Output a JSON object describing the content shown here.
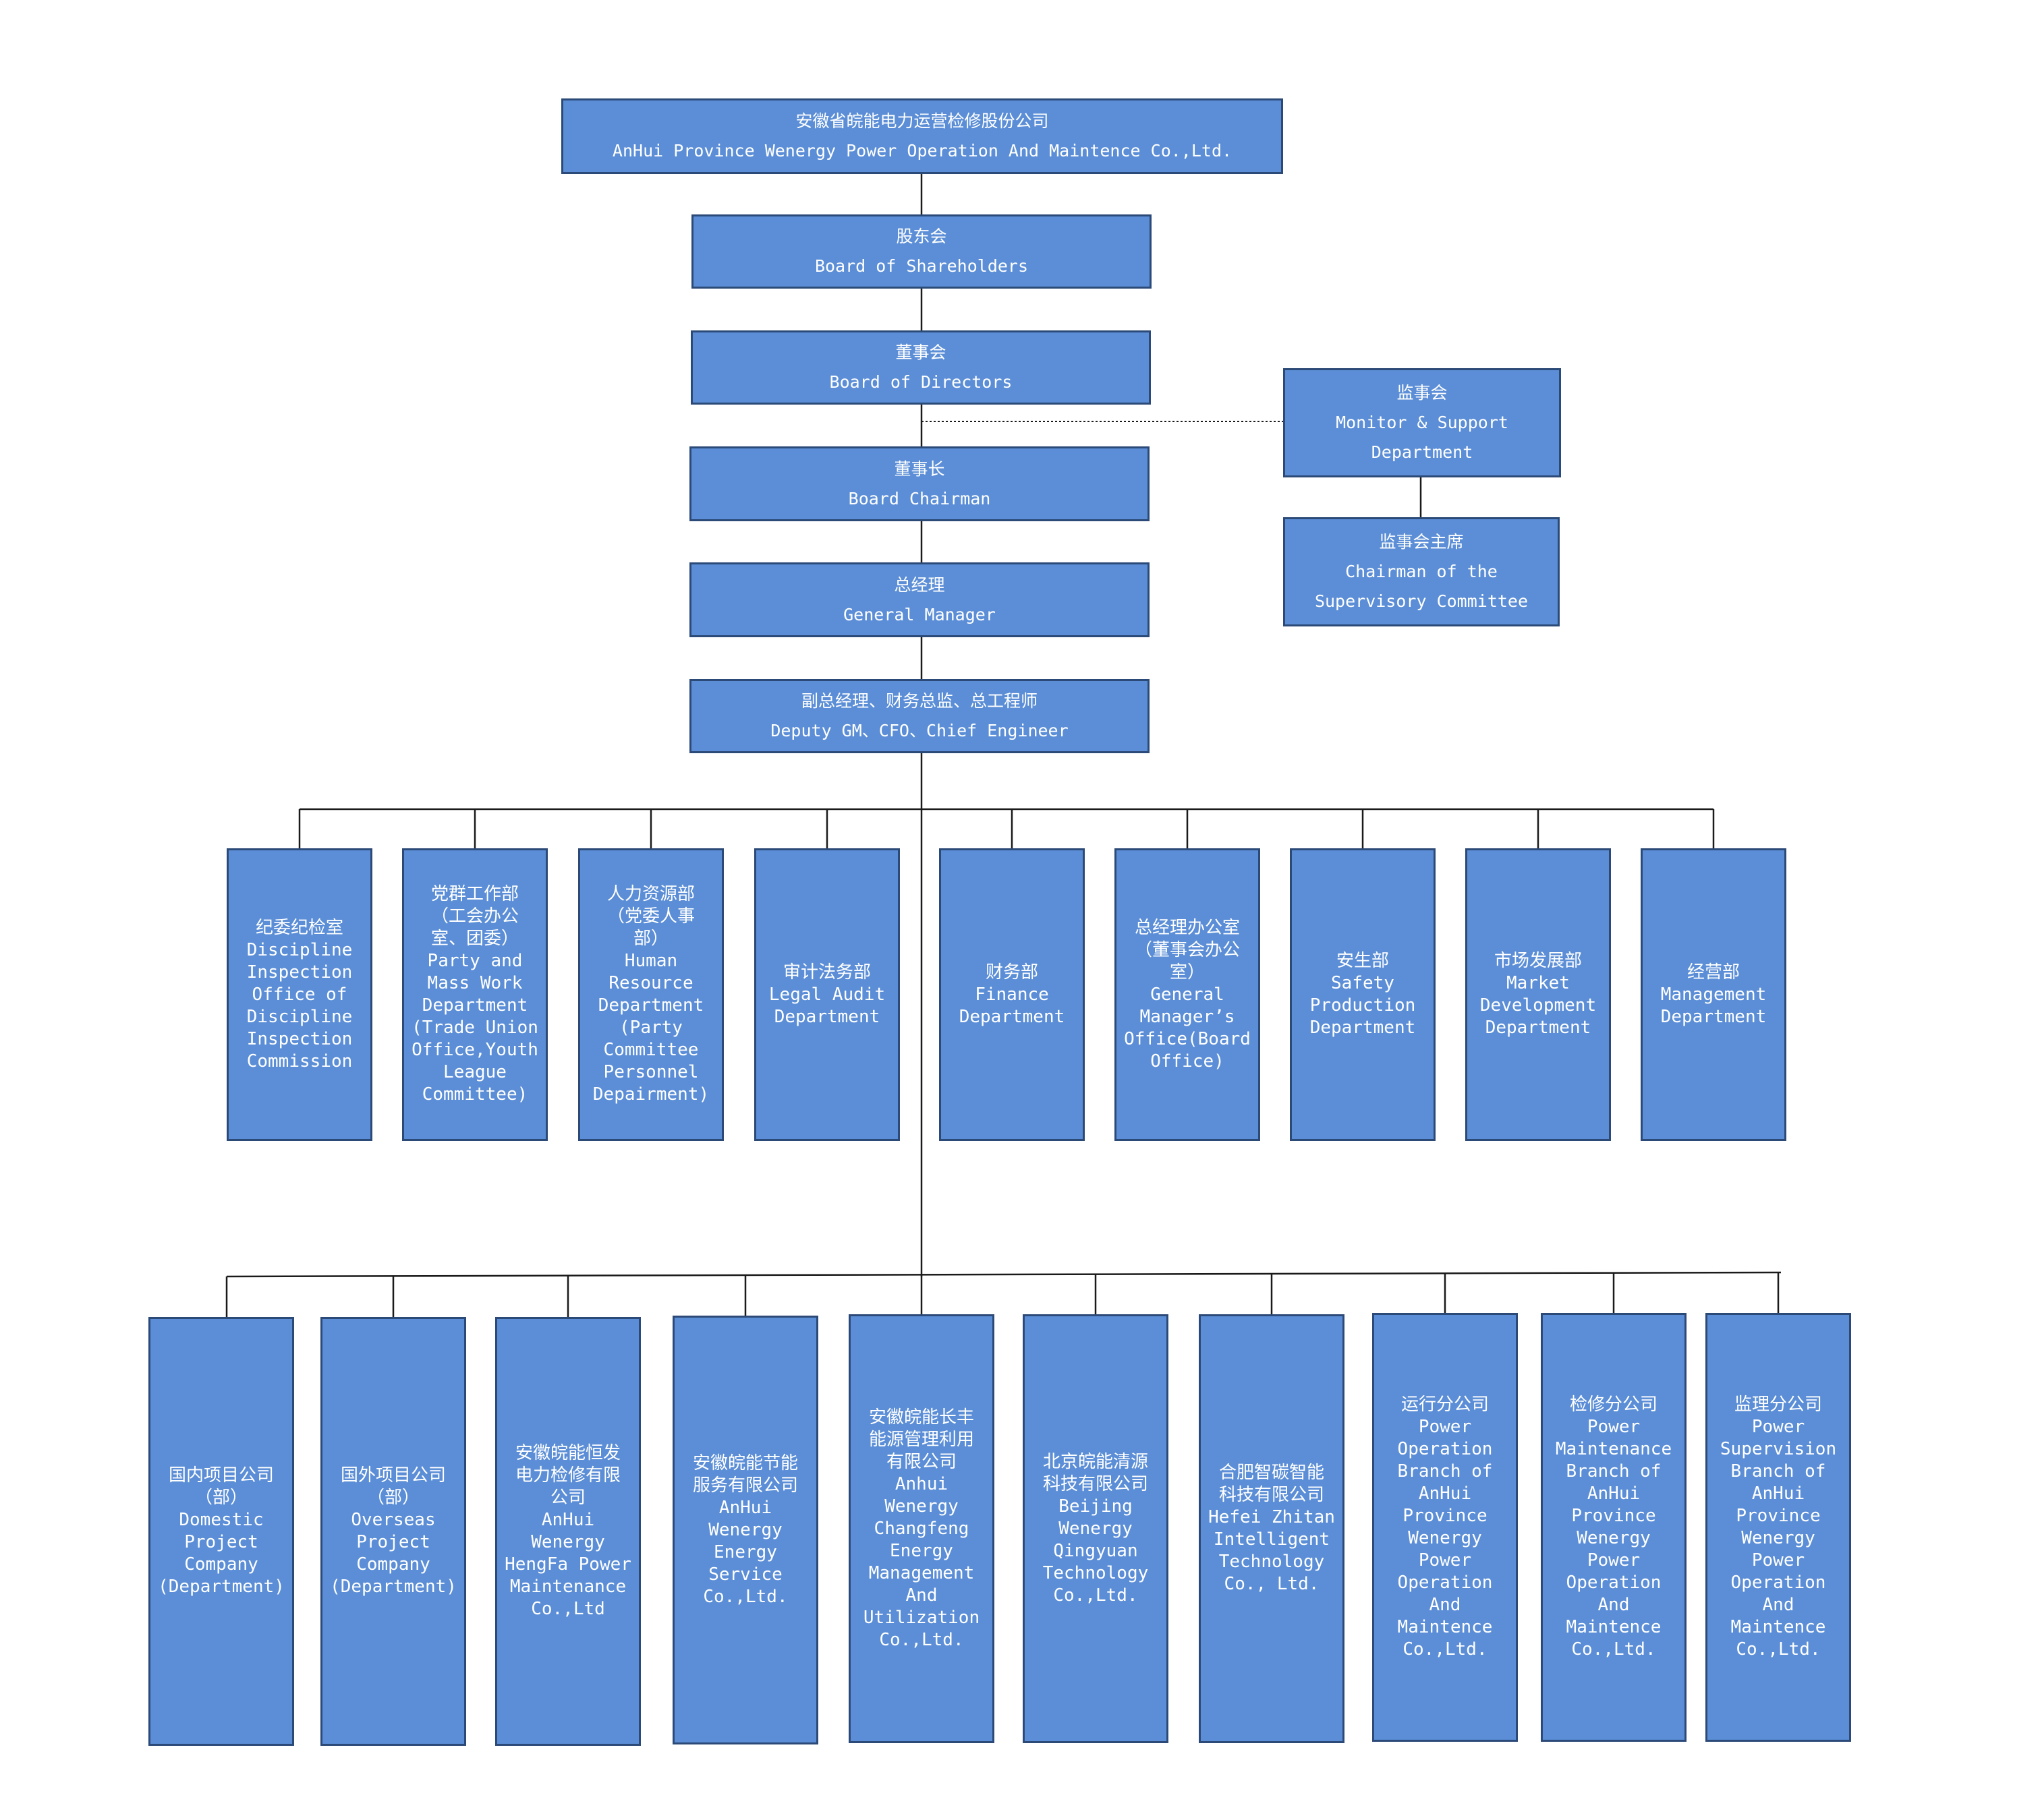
{
  "chart": {
    "company": {
      "zh": "安徽省皖能电力运营检修股份公司",
      "en": "AnHui Province Wenergy Power Operation And Maintence Co.,Ltd."
    },
    "shareholders": {
      "zh": "股东会",
      "en": "Board of Shareholders"
    },
    "directors": {
      "zh": "董事会",
      "en": "Board of Directors"
    },
    "supervisory_board": {
      "zh": "监事会",
      "en": "Monitor & Support\nDepartment"
    },
    "supervisory_chairman": {
      "zh": "监事会主席",
      "en": "Chairman of the\nSupervisory Committee"
    },
    "chairman": {
      "zh": "董事长",
      "en": "Board Chairman"
    },
    "general_manager": {
      "zh": "总经理",
      "en": "General Manager"
    },
    "deputies": {
      "zh": "副总经理、财务总监、总工程师",
      "en": "Deputy GM、CFO、Chief Engineer"
    },
    "departments": [
      {
        "zh": "纪委纪检室",
        "en": "Discipline\nInspection\nOffice of\nDiscipline\nInspection\nCommission"
      },
      {
        "zh": "党群工作部\n（工会办公\n室、团委）",
        "en": "Party and\nMass Work\nDepartment\n(Trade Union\nOffice,Youth\nLeague\nCommittee)"
      },
      {
        "zh": "人力资源部\n（党委人事\n部）",
        "en": "Human\nResource\nDepartment\n(Party\nCommittee\nPersonnel\nDepairment)"
      },
      {
        "zh": "审计法务部",
        "en": "Legal Audit\nDepartment"
      },
      {
        "zh": "财务部",
        "en": "Finance\nDepartment"
      },
      {
        "zh": "总经理办公室\n（董事会办公\n室）",
        "en": "General\nManager’s\nOffice(Board\nOffice)"
      },
      {
        "zh": "安生部",
        "en": "Safety\nProduction\nDepartment"
      },
      {
        "zh": "市场发展部",
        "en": "Market\nDevelopment\nDepartment"
      },
      {
        "zh": "经营部",
        "en": "Management\nDepartment"
      }
    ],
    "subsidiaries": [
      {
        "zh": "国内项目公司\n（部）",
        "en": "Domestic\nProject\nCompany\n(Department)"
      },
      {
        "zh": "国外项目公司\n（部）",
        "en": "Overseas\nProject\nCompany\n(Department)"
      },
      {
        "zh": "安徽皖能恒发\n电力检修有限\n公司",
        "en": "AnHui\nWenergy\nHengFa Power\nMaintenance\nCo.,Ltd"
      },
      {
        "zh": "安徽皖能节能\n服务有限公司",
        "en": "AnHui\nWenergy\nEnergy\nService\nCo.,Ltd."
      },
      {
        "zh": "安徽皖能长丰\n能源管理利用\n有限公司",
        "en": "Anhui\nWenergy\nChangfeng\nEnergy\nManagement\nAnd\nUtilization\nCo.,Ltd."
      },
      {
        "zh": "北京皖能清源\n科技有限公司",
        "en": "Beijing\nWenergy\nQingyuan\nTechnology\nCo.,Ltd."
      },
      {
        "zh": "合肥智碳智能\n科技有限公司",
        "en": "Hefei Zhitan\nIntelligent\nTechnology\nCo., Ltd."
      },
      {
        "zh": "运行分公司",
        "en": "Power\nOperation\nBranch of\nAnHui\nProvince\nWenergy\nPower\nOperation\nAnd\nMaintence\nCo.,Ltd."
      },
      {
        "zh": "检修分公司",
        "en": "Power\nMaintenance\nBranch of\nAnHui\nProvince\nWenergy\nPower\nOperation\nAnd\nMaintence\nCo.,Ltd."
      },
      {
        "zh": "监理分公司",
        "en": "Power\nSupervision\nBranch of\nAnHui\nProvince\nWenergy\nPower\nOperation\nAnd\nMaintence\nCo.,Ltd."
      }
    ]
  }
}
